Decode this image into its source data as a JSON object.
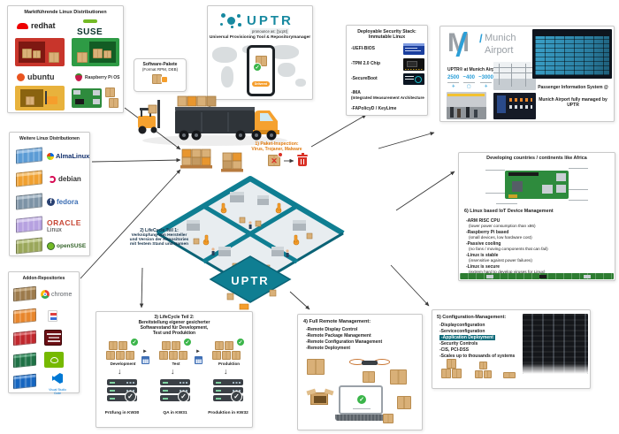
{
  "market": {
    "title": "Marktführende Linux Distributionen",
    "redhat": "redhat",
    "suse": "SUSE",
    "ubuntu": "ubuntu",
    "raspberry": "Raspberry Pi OS"
  },
  "software": {
    "title": "Software-Pakete",
    "subtitle": "(Format RPM, DEB)"
  },
  "uptr": {
    "brand": "UPTR",
    "pronounce": "pronounce as: ['ju:ptr]",
    "subtitle": "Universal Provisioning Tool & Repositorymanager",
    "phone_button": "Delivered"
  },
  "security": {
    "title1": "Deployable Security Stack:",
    "title2": "Immutable Linux",
    "item1": "-UEFI-BIOS",
    "item2": "-TPM 2.0 Chip",
    "item3": "-SecureBoot",
    "item4a": "-IMA",
    "item4b": "(Integrated Measurement Architecture",
    "item5": "-FAPolicyD / KeyLime"
  },
  "munich": {
    "logo_m": "M",
    "logo_slash": "/",
    "logo_name1": "Munich",
    "logo_name2": "Airport",
    "heading": "UPTR® at Munich Airport",
    "stat1": "2500",
    "stat2": "~400",
    "stat3": "~3000",
    "caption1": "Passenger Information System @",
    "caption2": "Munich Airport fully managed by UPTR"
  },
  "weitere": {
    "title": "Weitere Linux Distributionen",
    "d1": "AlmaLinux",
    "d2": "debian",
    "d3": "fedora",
    "d4a": "ORACLE",
    "d4b": "Linux",
    "d5": "openSUSE"
  },
  "addons": {
    "title": "Addon-Repositories",
    "a1": "chrome",
    "a4": "NVIDIA",
    "a5": "Visual Studio Code"
  },
  "notes": {
    "inspect1": "1) Paket-Inspection:",
    "inspect2": "Virus, Trojaner, Malware",
    "lc1a": "2) LifeCycle Teil 1:",
    "lc1b": "Verknüpfung von Hersteller",
    "lc1c": "und Version der Repositories",
    "lc1d": "mit festem Stand und Namen"
  },
  "lifecycle2": {
    "t1": "3) LifeCycle Teil 2:",
    "t2": "Bereitstellung eigener gesicherter",
    "t3": "Softwarestand für Development,",
    "t4": "Test und Produktion",
    "stage1": "Development",
    "stage2": "Test",
    "stage3": "Produktion",
    "sched1": "Prüfung in KW30",
    "sched2": "QA in KW31",
    "sched3": "Produktion in KW32"
  },
  "remote": {
    "title": "4) Full Remote Management:",
    "i1": "-Remote Display Control",
    "i2": "-Remote Package Management",
    "i3": "-Remote Configuration Management",
    "i4": "-Remote Deployment"
  },
  "africa": {
    "title": "Developing countries / continents like Africa",
    "heading": "6) Linux based IoT Device Management",
    "b1": "-ARM RISC CPU",
    "b1s": "(lower power consumption than x86)",
    "b2": "-Raspberry Pi based",
    "b2s": "(small devices, low hardware cost)",
    "b3": "-Passive cooling",
    "b3s": "(no fans / moving components that can fail)",
    "b4": "-Linux is stable",
    "b4s": "(insensitive against power failures)",
    "b5": "-Linux is secure",
    "b5s": "(extrem hard to develop viruses for Linux)"
  },
  "config": {
    "title": "5) Configuration-Management:",
    "i1": "-Displayconfiguration",
    "i2": "-Serviceconfiguration",
    "i3": "-Application Deployment",
    "i4": "-Security Controls",
    "i5": "-CIS, PCI-DSS",
    "i6": "-Scales up to thousands of systems"
  },
  "warehouse": {
    "brand": "UPTR"
  },
  "colors": {
    "teal": "#0f7e92",
    "orange": "#f59e2c",
    "cardboard": "#d9b078",
    "note_orange": "#e07b10",
    "blue": "#2b9fd8"
  }
}
